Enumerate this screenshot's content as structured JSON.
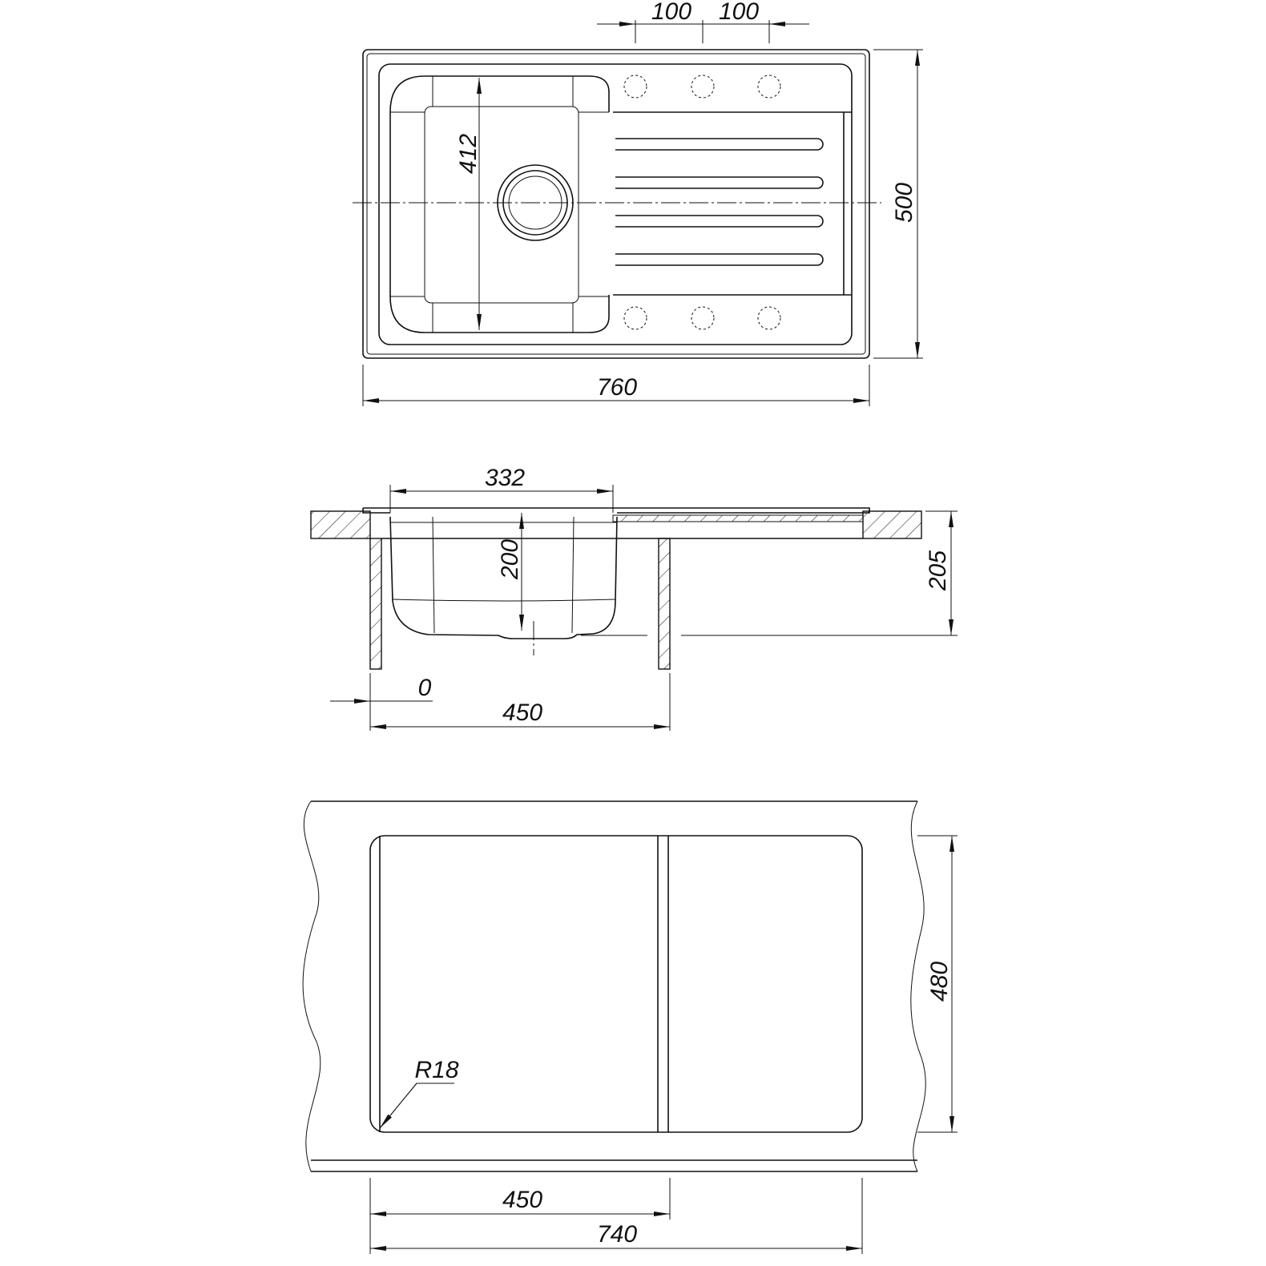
{
  "top_view": {
    "hole_spacing_1": "100",
    "hole_spacing_2": "100",
    "bowl_length": "412",
    "overall_depth": "500",
    "overall_width": "760"
  },
  "section_view": {
    "bowl_width": "332",
    "bowl_depth": "200",
    "total_depth": "205",
    "offset": "0",
    "cabinet_width": "450"
  },
  "cutout_view": {
    "corner_radius": "R18",
    "cutout_depth": "480",
    "cabinet_width": "450",
    "cutout_width": "740"
  }
}
